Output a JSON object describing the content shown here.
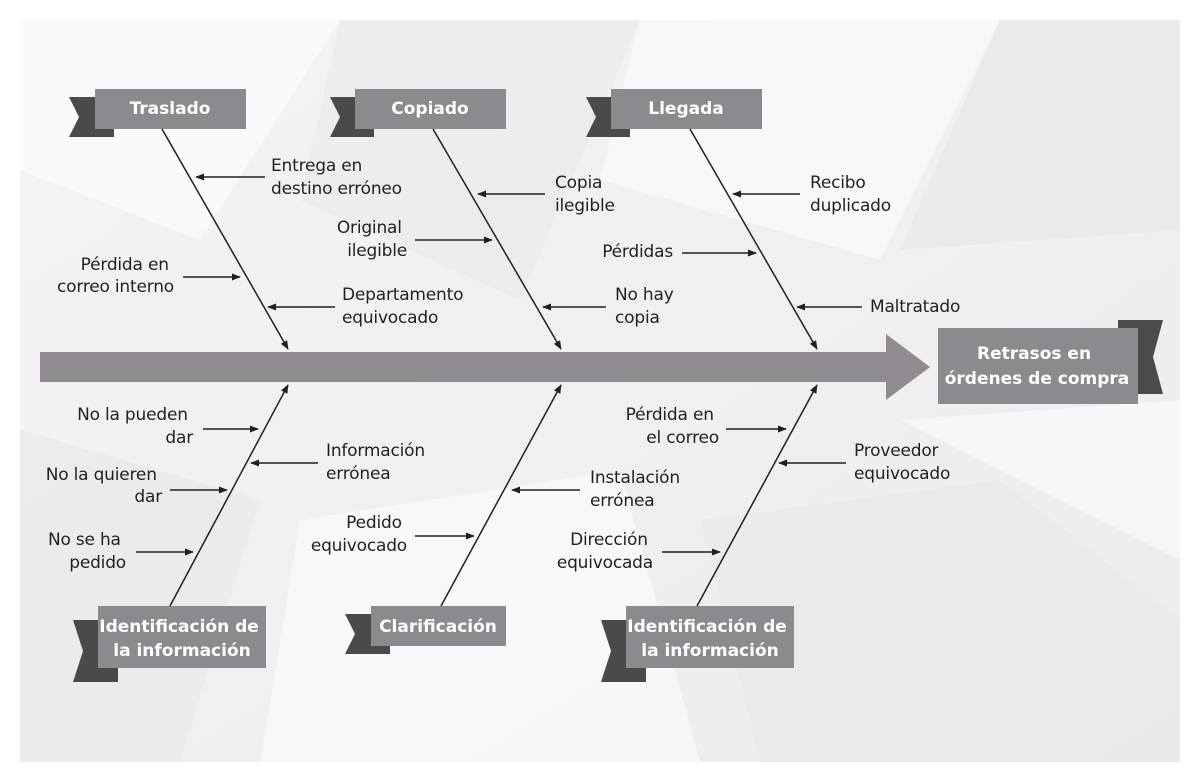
{
  "effect": {
    "lines": [
      "Retrasos en",
      "órdenes de compra"
    ]
  },
  "categories": {
    "top": [
      {
        "label": "Traslado"
      },
      {
        "label": "Copiado"
      },
      {
        "label": "Llegada"
      }
    ],
    "bottom": [
      {
        "lines": [
          "Identificación de",
          "la información"
        ]
      },
      {
        "lines": [
          "Clarificación"
        ]
      },
      {
        "lines": [
          "Identificación de",
          "la información"
        ]
      }
    ]
  },
  "causes": {
    "traslado": [
      {
        "lines": [
          "Entrega en",
          "destino erróneo"
        ]
      },
      {
        "lines": [
          "Pérdida en",
          "correo interno"
        ]
      },
      {
        "lines": [
          "Departamento",
          "equivocado"
        ]
      }
    ],
    "copiado": [
      {
        "lines": [
          "Copia",
          "ilegible"
        ]
      },
      {
        "lines": [
          "Original",
          "ilegible"
        ]
      },
      {
        "lines": [
          "No hay",
          "copia"
        ]
      }
    ],
    "llegada": [
      {
        "lines": [
          "Recibo",
          "duplicado"
        ]
      },
      {
        "lines": [
          "Pérdidas"
        ]
      },
      {
        "lines": [
          "Maltratado"
        ]
      }
    ],
    "identificacion_1": [
      {
        "lines": [
          "No la pueden",
          "dar"
        ]
      },
      {
        "lines": [
          "Información",
          "errónea"
        ]
      },
      {
        "lines": [
          "No la quieren",
          "dar"
        ]
      },
      {
        "lines": [
          "No se ha",
          "pedido"
        ]
      }
    ],
    "clarificacion": [
      {
        "lines": [
          "Instalación",
          "errónea"
        ]
      },
      {
        "lines": [
          "Pedido",
          "equivocado"
        ]
      }
    ],
    "identificacion_2": [
      {
        "lines": [
          "Pérdida en",
          "el correo"
        ]
      },
      {
        "lines": [
          "Proveedor",
          "equivocado"
        ]
      },
      {
        "lines": [
          "Dirección",
          "equivocada"
        ]
      }
    ]
  }
}
